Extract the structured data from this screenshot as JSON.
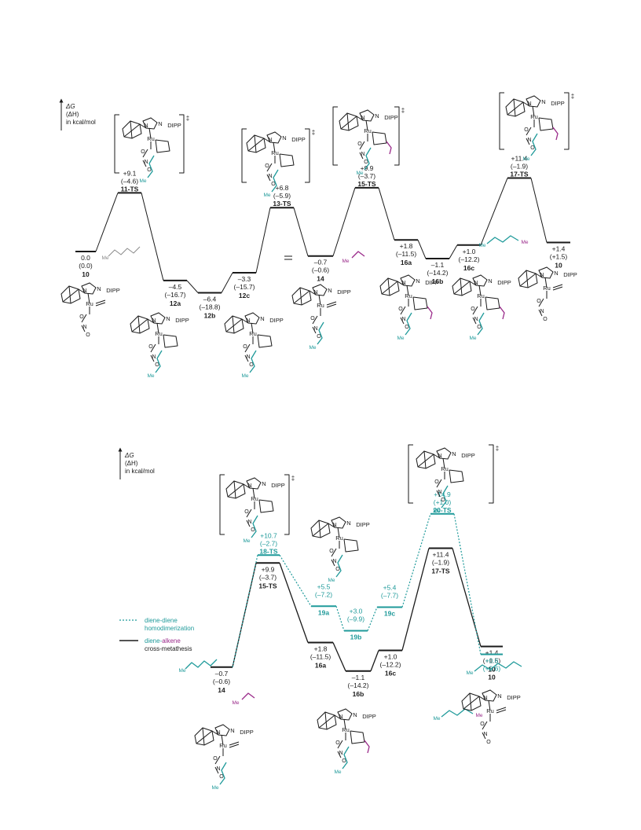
{
  "colors": {
    "black": "#1a1a1a",
    "teal": "#1f9a9a",
    "purple": "#9a2a8a",
    "gray": "#8a8a8a"
  },
  "axis_label": {
    "line1": "ΔG",
    "line2": "(ΔH)",
    "line3": "in kcal/mol"
  },
  "ts_mark": "‡",
  "legend": {
    "dashed_line1": "diene-diene",
    "dashed_line2": "homodimerization",
    "solid_line1_a": "diene-",
    "solid_line1_b": "alkene",
    "solid_line2": "cross-metathesis"
  },
  "top_profile": {
    "levels": [
      {
        "id": "10",
        "g": "0.0",
        "h": "(0.0)"
      },
      {
        "id": "11-TS",
        "g": "+9.1",
        "h": "(–4.6)"
      },
      {
        "id": "12a",
        "g": "–4.5",
        "h": "(–16.7)"
      },
      {
        "id": "12b",
        "g": "–6.4",
        "h": "(–18.8)"
      },
      {
        "id": "12c",
        "g": "–3.3",
        "h": "(–15.7)"
      },
      {
        "id": "13-TS",
        "g": "+6.8",
        "h": "(–5.9)"
      },
      {
        "id": "14",
        "g": "–0.7",
        "h": "(–0.6)"
      },
      {
        "id": "15-TS",
        "g": "+9.9",
        "h": "(–3.7)"
      },
      {
        "id": "16a",
        "g": "+1.8",
        "h": "(–11.5)"
      },
      {
        "id": "16b",
        "g": "–1.1",
        "h": "(–14.2)"
      },
      {
        "id": "16c",
        "g": "+1.0",
        "h": "(–12.2)"
      },
      {
        "id": "17-TS",
        "g": "+11.4",
        "h": "(–1.9)"
      },
      {
        "id": "10",
        "g": "+1.4",
        "h": "(+1.5)"
      }
    ]
  },
  "bottom_profile": {
    "solid": [
      {
        "id": "14",
        "g": "–0.7",
        "h": "(–0.6)"
      },
      {
        "id": "15-TS",
        "g": "+9.9",
        "h": "(–3.7)"
      },
      {
        "id": "16a",
        "g": "+1.8",
        "h": "(–11.5)"
      },
      {
        "id": "16b",
        "g": "–1.1",
        "h": "(–14.2)"
      },
      {
        "id": "16c",
        "g": "+1.0",
        "h": "(–12.2)"
      },
      {
        "id": "17-TS",
        "g": "+11.4",
        "h": "(–1.9)"
      },
      {
        "id": "10",
        "g": "+1.4",
        "h": "(+1.5)"
      }
    ],
    "dashed": [
      {
        "id": "18-TS",
        "g": "+10.7",
        "h": "(–2.7)"
      },
      {
        "id": "19a",
        "g": "+5.5",
        "h": "(–7.2)"
      },
      {
        "id": "19b",
        "g": "+3.0",
        "h": "(–9.9)"
      },
      {
        "id": "19c",
        "g": "+5.4",
        "h": "(–7.7)"
      },
      {
        "id": "20-TS",
        "g": "+14.9",
        "h": "(+1.0)"
      },
      {
        "id": "10",
        "g": "+0.6",
        "h": "(+0.6)"
      }
    ]
  },
  "structure_text": {
    "ru": "Ru",
    "n": "N",
    "dipp": "DIPP",
    "me": "Me",
    "o": "O"
  }
}
